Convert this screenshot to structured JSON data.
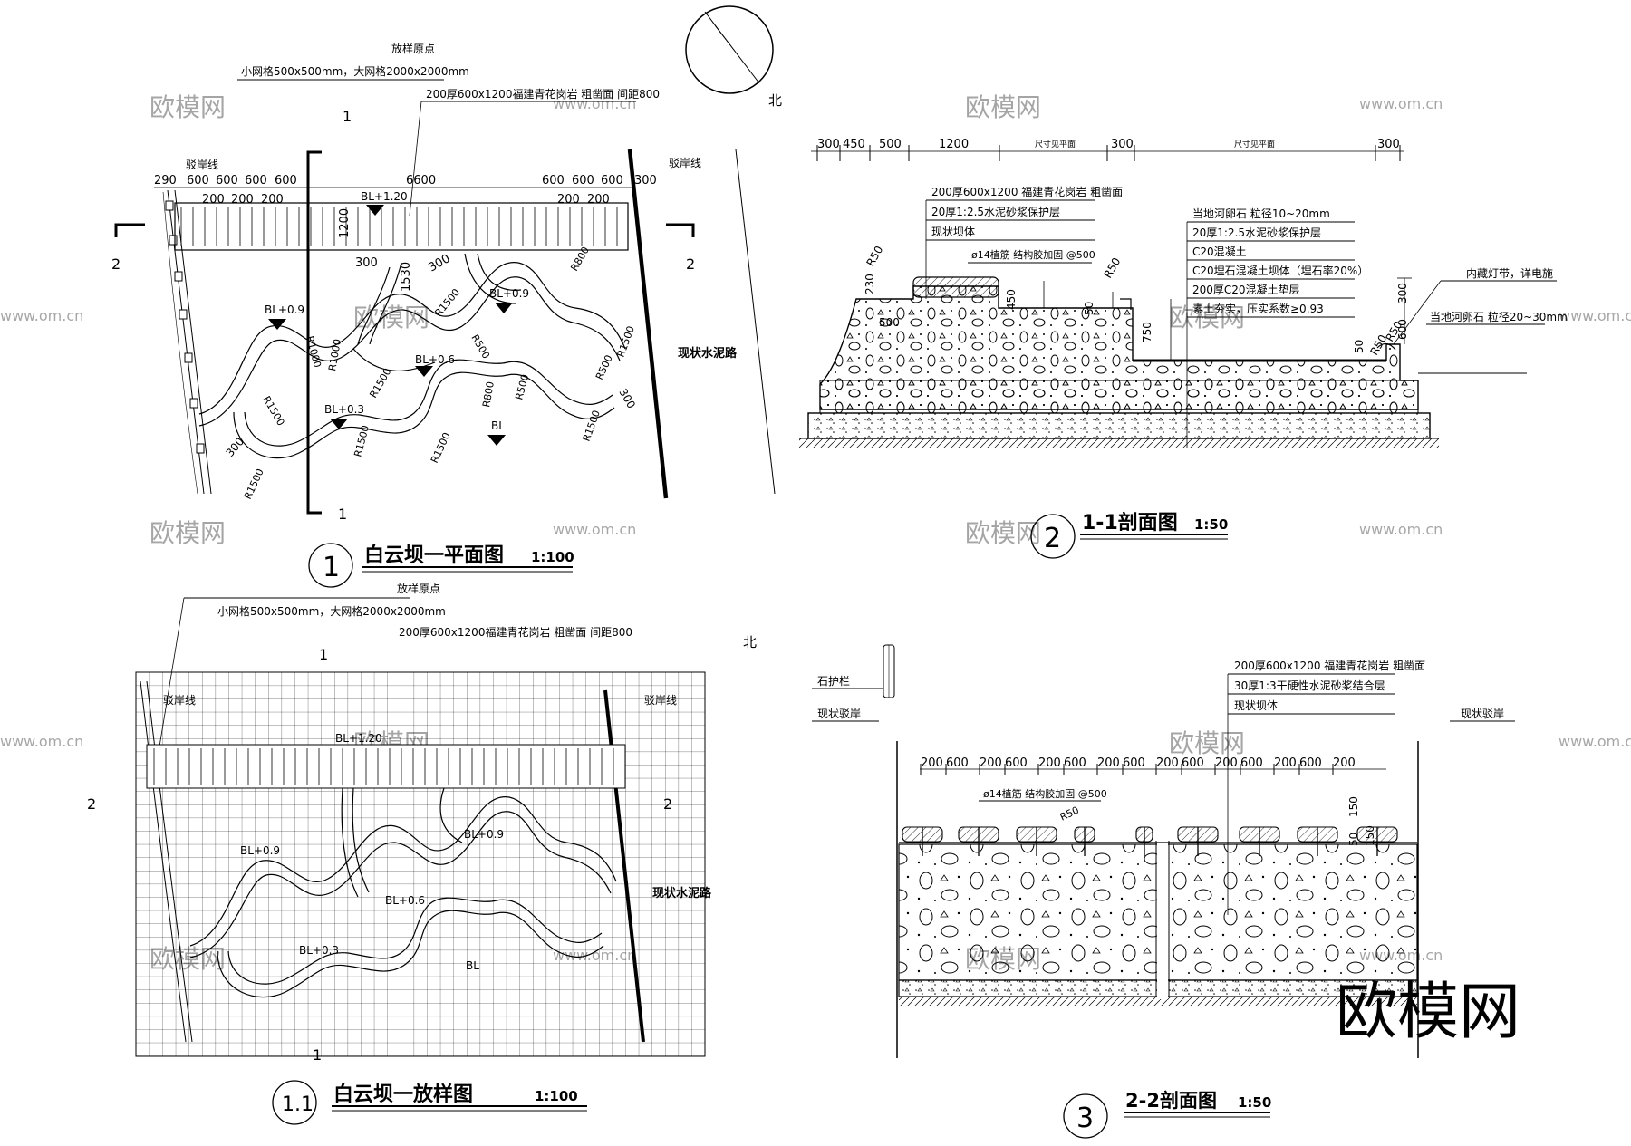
{
  "watermark": {
    "text": "欧模网",
    "url": "www.om.cn",
    "brand": "欧模网"
  },
  "north": {
    "label": "北"
  },
  "plan": {
    "origin_label": "放样原点",
    "grid_note": "小网格500x500mm，大网格2000x2000mm",
    "stone_note": "200厚600x1200福建青花岗岩 粗凿面 间距800",
    "bank_left": "驳岸线",
    "bank_right": "驳岸线",
    "road": "现状水泥路",
    "section_1": "1",
    "section_2": "2",
    "dims_top": [
      "290",
      "600",
      "600",
      "600",
      "600",
      "6600",
      "600",
      "600",
      "600",
      "300"
    ],
    "dims_sub": [
      "200",
      "200",
      "200",
      "200",
      "200"
    ],
    "dims_mid": [
      "1200",
      "300",
      "1530",
      "300"
    ],
    "levels": [
      "BL+1.20",
      "BL+0.9",
      "BL+0.9",
      "BL+0.6",
      "BL+0.3",
      "BL"
    ],
    "radii": [
      "R800",
      "R1000",
      "R1000",
      "R1500",
      "R500",
      "R500",
      "R1500",
      "R800",
      "R500",
      "R1500",
      "R1500",
      "R1500",
      "R1500",
      "R1500",
      "R1500"
    ],
    "dims_small": [
      "300",
      "300",
      "300"
    ],
    "title": "白云坝一平面图",
    "scale": "1:100",
    "num": "1"
  },
  "layout": {
    "origin_label": "放样原点",
    "grid_note": "小网格500x500mm，大网格2000x2000mm",
    "stone_note": "200厚600x1200福建青花岗岩 粗凿面 间距800",
    "bank_left": "驳岸线",
    "bank_right": "驳岸线",
    "road": "现状水泥路",
    "levels": [
      "BL+1.20",
      "BL+0.9",
      "BL+0.9",
      "BL+0.6",
      "BL+0.3",
      "BL"
    ],
    "section_1": "1",
    "section_2": "2",
    "title": "白云坝一放样图",
    "scale": "1:100",
    "num": "1.1"
  },
  "sec1": {
    "dims_top": [
      "300",
      "450",
      "500",
      "1200",
      "尺寸见平面",
      "300",
      "尺寸见平面",
      "300"
    ],
    "left_notes": [
      "200厚600x1200 福建青花岗岩 粗凿面",
      "20厚1:2.5水泥砂浆保护层",
      "现状坝体"
    ],
    "rebar": "ø14植筋 结构胶加固 @500",
    "right_notes": [
      "当地河卵石 粒径10~20mm",
      "20厚1:2.5水泥砂浆保护层",
      "C20混凝土",
      "C20埋石混凝土坝体（埋石率20%）",
      "200厚C20混凝土垫层",
      "素土夯实，压实系数≥0.93"
    ],
    "light_note": "内藏灯带，详电施",
    "pebble_note": "当地河卵石 粒径20~30mm",
    "dims_misc": [
      "R50",
      "230",
      "500",
      "450",
      "50",
      "750",
      "R50",
      "R50",
      "300",
      "600",
      "50",
      "R50"
    ],
    "title": "1-1剖面图",
    "scale": "1:50",
    "num": "2"
  },
  "sec2": {
    "rail": "石护栏",
    "bank_left": "现状驳岸",
    "bank_right": "现状驳岸",
    "notes": [
      "200厚600x1200 福建青花岗岩 粗凿面",
      "30厚1:3干硬性水泥砂浆结合层",
      "现状坝体"
    ],
    "rebar": "ø14植筋 结构胶加固 @500",
    "r50": "R50",
    "dims_top": [
      "200",
      "600",
      "200",
      "600",
      "200",
      "600",
      "200",
      "600",
      "200",
      "600",
      "200",
      "600",
      "200",
      "600",
      "200"
    ],
    "dims_side": [
      "150",
      "50",
      "150"
    ],
    "title": "2-2剖面图",
    "scale": "1:50",
    "num": "3"
  }
}
